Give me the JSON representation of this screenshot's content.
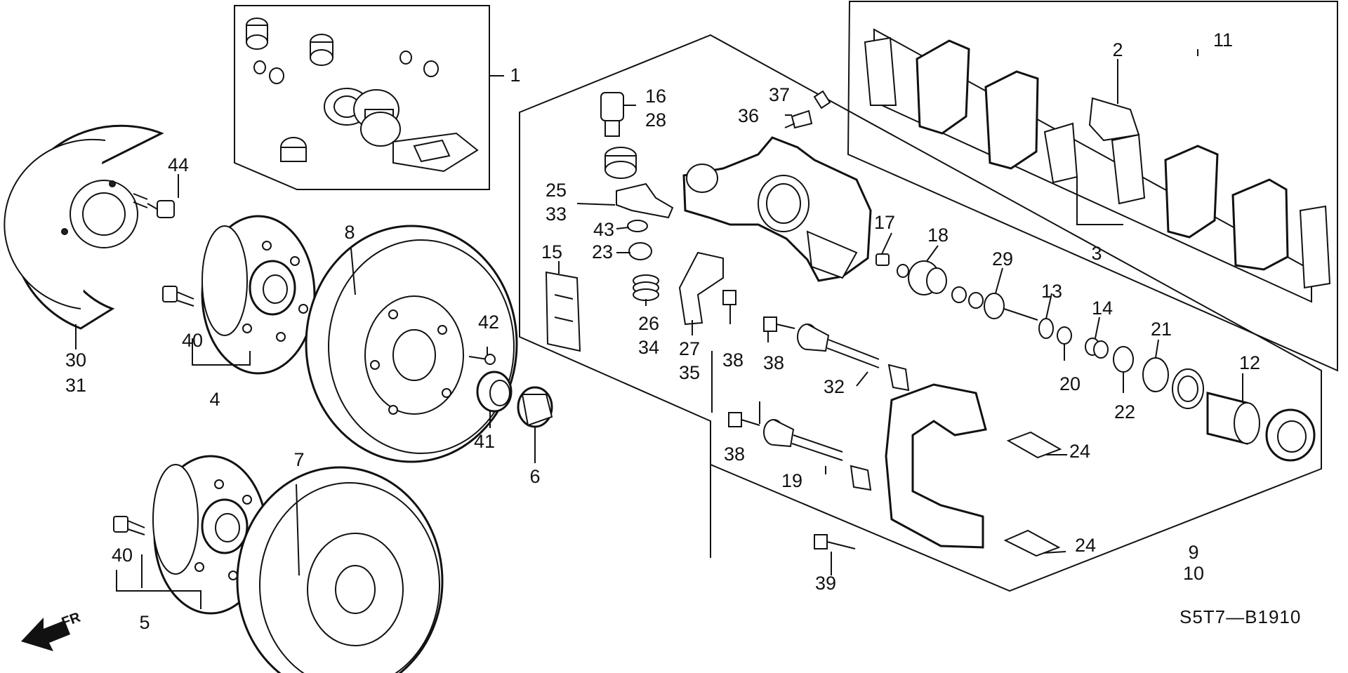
{
  "diagram": {
    "part_numbers": [
      "1",
      "2",
      "3",
      "4",
      "5",
      "6",
      "7",
      "8",
      "9",
      "10",
      "11",
      "12",
      "13",
      "14",
      "15",
      "16",
      "17",
      "18",
      "19",
      "20",
      "21",
      "22",
      "23",
      "24",
      "24",
      "25",
      "26",
      "27",
      "28",
      "29",
      "30",
      "31",
      "32",
      "33",
      "34",
      "35",
      "36",
      "37",
      "38",
      "38",
      "38",
      "39",
      "40",
      "40",
      "41",
      "42",
      "43",
      "44"
    ],
    "diagram_code": "S5T7—B1910",
    "direction_label": "FR"
  }
}
